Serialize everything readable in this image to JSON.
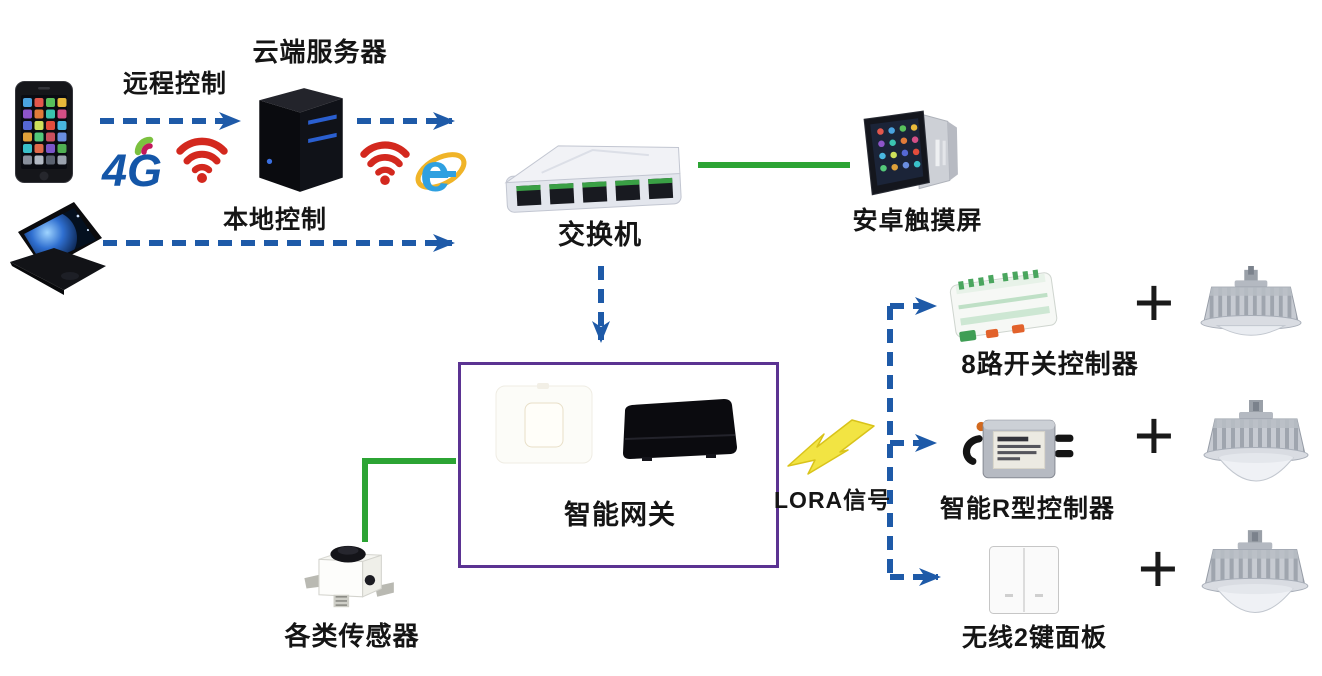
{
  "labels": {
    "remote_control": "远程控制",
    "cloud_server": "云端服务器",
    "local_control": "本地控制",
    "network_switch": "交换机",
    "android_touchscreen": "安卓触摸屏",
    "smart_gateway": "智能网关",
    "lora_signal": "LORA信号",
    "sensors": "各类传感器",
    "controller_8ch": "8路开关控制器",
    "controller_r_type": "智能R型控制器",
    "wireless_2key_panel": "无线2键面板",
    "logo_4g": "4G",
    "browser_e": "e",
    "plus_sign": "+"
  },
  "colors": {
    "arrow_blue": "#1e5aa8",
    "link_green": "#2ca434",
    "gateway_border_purple": "#5b3392",
    "wifi_red": "#d3281e",
    "lightning_yellow": "#f2e443",
    "label_text": "#151515",
    "background": "#ffffff"
  },
  "icons": [
    "smartphone-icon",
    "laptop-icon",
    "server-icon",
    "4g-icon",
    "wifi-icon",
    "ie-browser-icon",
    "network-switch-icon",
    "touchscreen-icon",
    "gateway-white-device-icon",
    "gateway-black-box-icon",
    "sensor-icon",
    "controller-8ch-icon",
    "controller-r-icon",
    "wireless-panel-icon",
    "led-lamp-icon",
    "plus-icon",
    "lightning-icon",
    "dashed-arrow",
    "green-link"
  ],
  "diagram": {
    "type": "network-topology",
    "connections": [
      {
        "from": "smartphone",
        "to": "cloud_server",
        "style": "dashed_arrow",
        "label": "远程控制",
        "via": [
          "4g",
          "wifi"
        ]
      },
      {
        "from": "cloud_server",
        "to": "network_switch",
        "style": "dashed_arrow",
        "via": [
          "wifi",
          "internet_explorer"
        ]
      },
      {
        "from": "laptop",
        "to": "network_switch",
        "style": "dashed_arrow",
        "label": "本地控制"
      },
      {
        "from": "network_switch",
        "to": "android_touchscreen",
        "style": "solid_green"
      },
      {
        "from": "network_switch",
        "to": "smart_gateway",
        "style": "dashed_arrow"
      },
      {
        "from": "sensors",
        "to": "smart_gateway",
        "style": "solid_green"
      },
      {
        "from": "smart_gateway",
        "to": "controller_8ch",
        "style": "dashed_arrow",
        "label": "LORA信号"
      },
      {
        "from": "smart_gateway",
        "to": "controller_r_type",
        "style": "dashed_arrow",
        "label": "LORA信号"
      },
      {
        "from": "smart_gateway",
        "to": "wireless_2key_panel",
        "style": "dashed_arrow",
        "label": "LORA信号"
      }
    ],
    "pairings": [
      {
        "device": "controller_8ch",
        "operator": "+",
        "paired_with": "led_lamp"
      },
      {
        "device": "controller_r_type",
        "operator": "+",
        "paired_with": "led_lamp"
      },
      {
        "device": "wireless_2key_panel",
        "operator": "+",
        "paired_with": "led_lamp"
      }
    ]
  }
}
